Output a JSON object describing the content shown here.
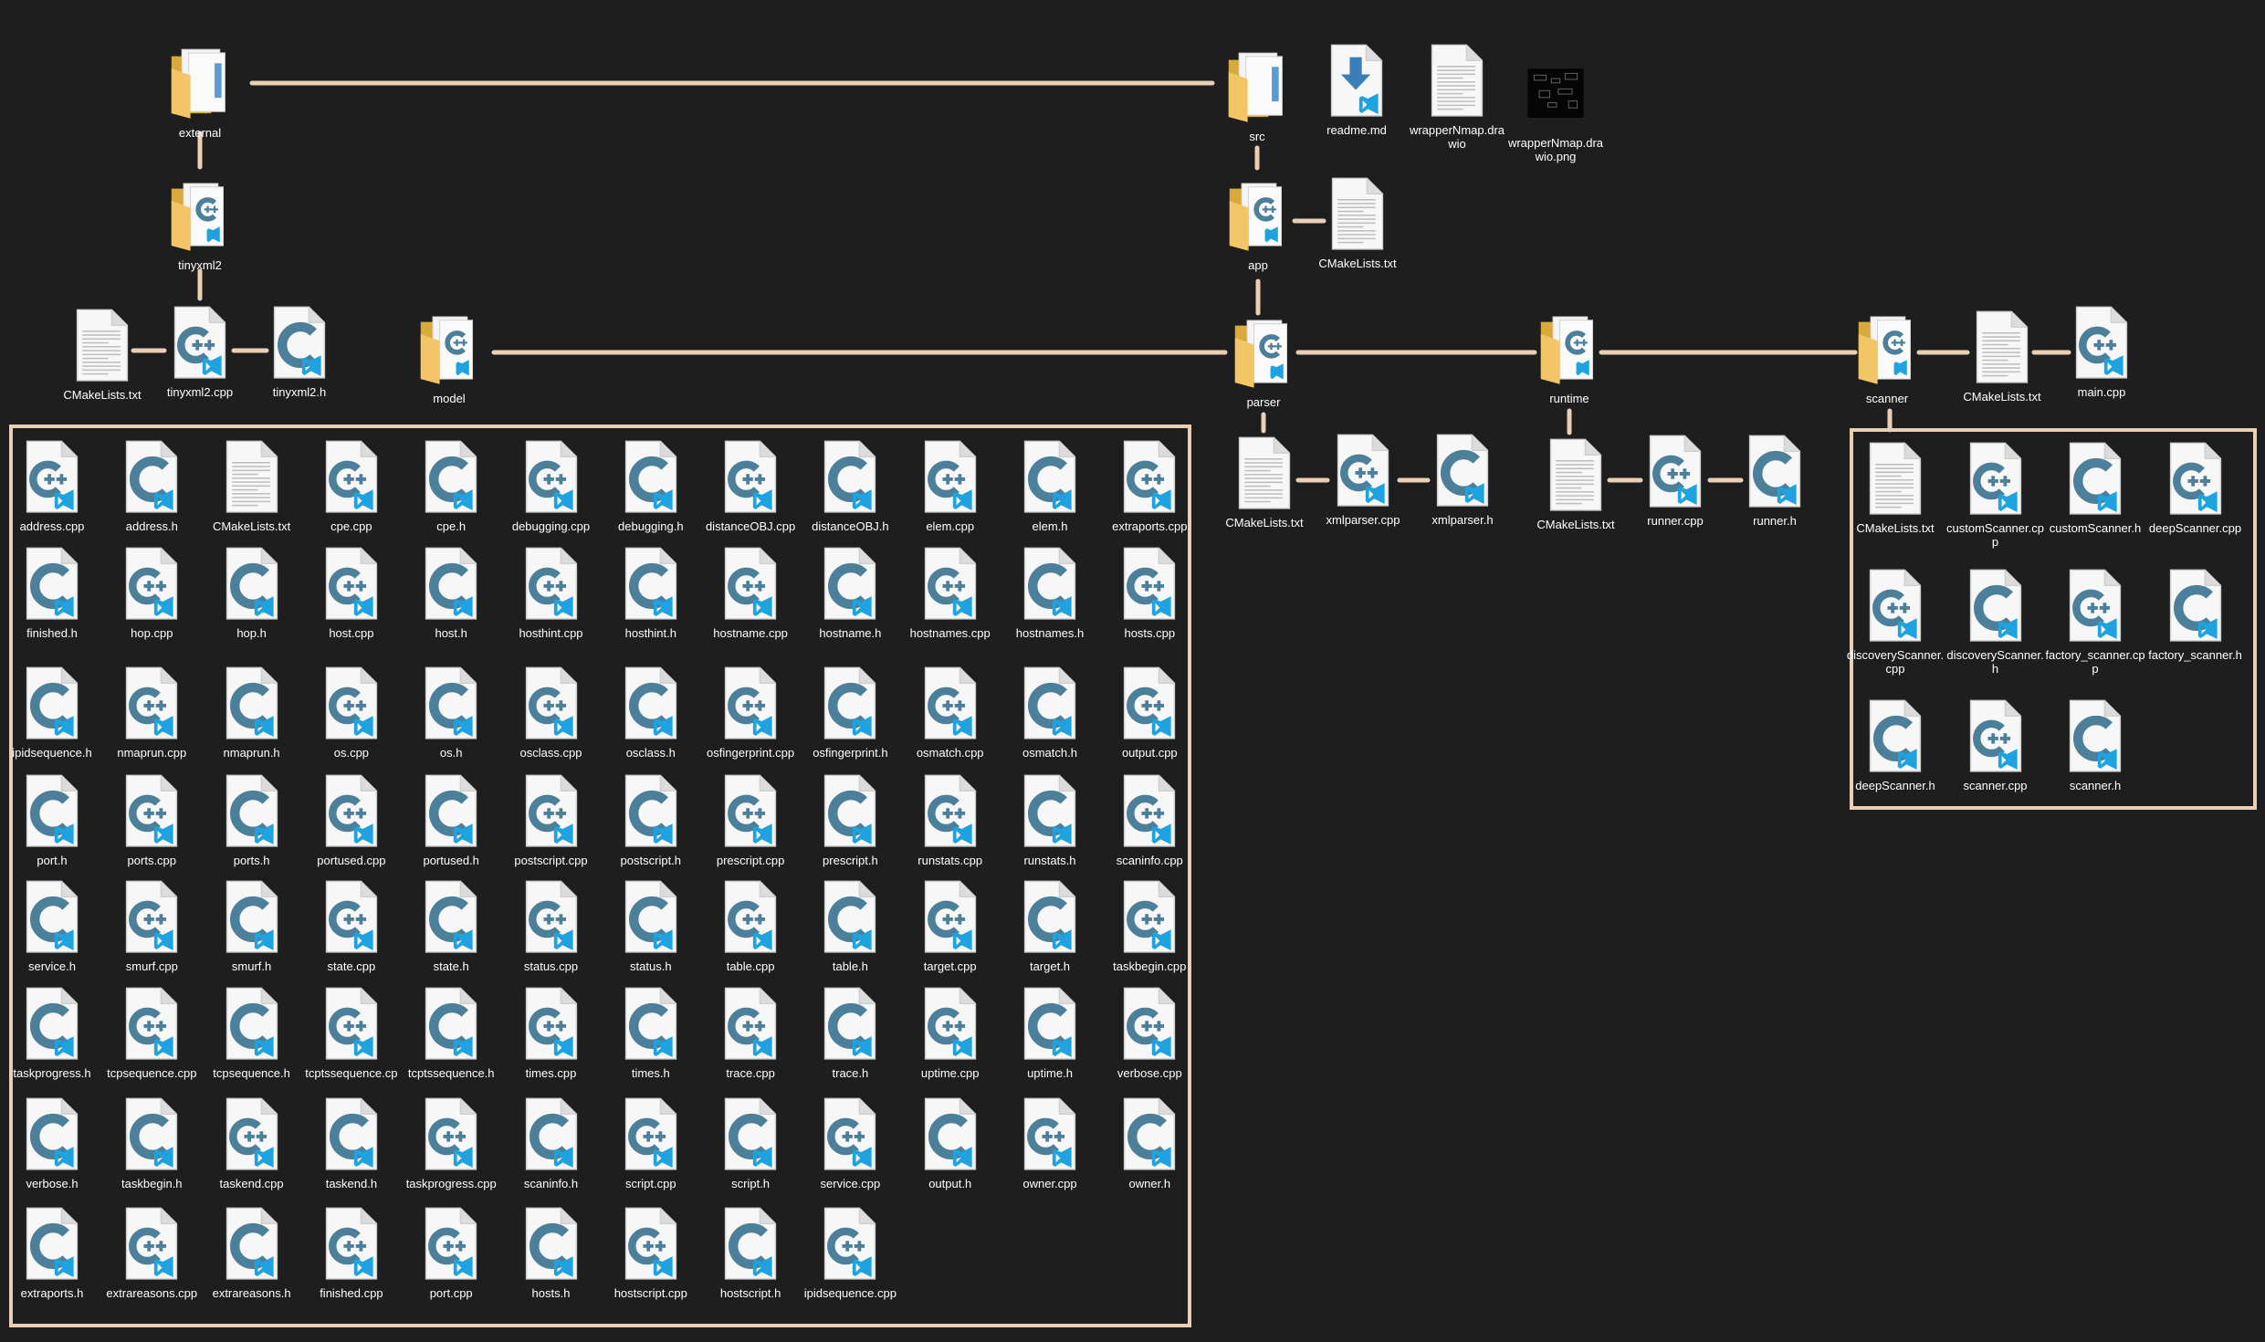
{
  "palette": {
    "background": "#1e1e1e",
    "connector": "#e9cfb4",
    "label": "#ffffff",
    "folder": "#f3c566",
    "c_blue": "#4c7f9a",
    "vs_badge": "#1ea3e0"
  },
  "icons": {
    "folder": "folder-icon",
    "code_folder": "code-folder-icon",
    "cpp": "cpp-file-icon",
    "h": "c-header-file-icon",
    "txt": "text-file-icon",
    "md": "markdown-file-icon",
    "png": "image-file-icon"
  },
  "nodes": {
    "external": {
      "label": "external",
      "icon": "folder"
    },
    "src": {
      "label": "src",
      "icon": "folder"
    },
    "readme": {
      "label": "readme.md",
      "icon": "md"
    },
    "drawio": {
      "label": "wrapperNmap.drawio",
      "icon": "txt"
    },
    "drawio_png": {
      "label": "wrapperNmap.drawio.png",
      "icon": "png"
    },
    "tinyxml2": {
      "label": "tinyxml2",
      "icon": "code_folder"
    },
    "app": {
      "label": "app",
      "icon": "code_folder"
    },
    "app_cmake": {
      "label": "CMakeLists.txt",
      "icon": "txt"
    },
    "tiny_cmake": {
      "label": "CMakeLists.txt",
      "icon": "txt"
    },
    "tiny_cpp": {
      "label": "tinyxml2.cpp",
      "icon": "cpp"
    },
    "tiny_h": {
      "label": "tinyxml2.h",
      "icon": "h"
    },
    "model": {
      "label": "model",
      "icon": "code_folder"
    },
    "parser": {
      "label": "parser",
      "icon": "code_folder"
    },
    "runtime": {
      "label": "runtime",
      "icon": "code_folder"
    },
    "scanner": {
      "label": "scanner",
      "icon": "code_folder"
    },
    "scanner_cmake": {
      "label": "CMakeLists.txt",
      "icon": "txt"
    },
    "main_cpp": {
      "label": "main.cpp",
      "icon": "cpp"
    },
    "parser_cmake": {
      "label": "CMakeLists.txt",
      "icon": "txt"
    },
    "xmlparser_cpp": {
      "label": "xmlparser.cpp",
      "icon": "cpp"
    },
    "xmlparser_h": {
      "label": "xmlparser.h",
      "icon": "h"
    },
    "runtime_cmake": {
      "label": "CMakeLists.txt",
      "icon": "txt"
    },
    "runner_cpp": {
      "label": "runner.cpp",
      "icon": "cpp"
    },
    "runner_h": {
      "label": "runner.h",
      "icon": "h"
    }
  },
  "model_files": [
    [
      "address.cpp",
      "address.h",
      "CMakeLists.txt",
      "cpe.cpp",
      "cpe.h",
      "debugging.cpp",
      "debugging.h",
      "distanceOBJ.cpp",
      "distanceOBJ.h",
      "elem.cpp",
      "elem.h",
      "extraports.cpp"
    ],
    [
      "finished.h",
      "hop.cpp",
      "hop.h",
      "host.cpp",
      "host.h",
      "hosthint.cpp",
      "hosthint.h",
      "hostname.cpp",
      "hostname.h",
      "hostnames.cpp",
      "hostnames.h",
      "hosts.cpp"
    ],
    [
      "ipidsequence.h",
      "nmaprun.cpp",
      "nmaprun.h",
      "os.cpp",
      "os.h",
      "osclass.cpp",
      "osclass.h",
      "osfingerprint.cpp",
      "osfingerprint.h",
      "osmatch.cpp",
      "osmatch.h",
      "output.cpp"
    ],
    [
      "port.h",
      "ports.cpp",
      "ports.h",
      "portused.cpp",
      "portused.h",
      "postscript.cpp",
      "postscript.h",
      "prescript.cpp",
      "prescript.h",
      "runstats.cpp",
      "runstats.h",
      "scaninfo.cpp"
    ],
    [
      "service.h",
      "smurf.cpp",
      "smurf.h",
      "state.cpp",
      "state.h",
      "status.cpp",
      "status.h",
      "table.cpp",
      "table.h",
      "target.cpp",
      "target.h",
      "taskbegin.cpp"
    ],
    [
      "taskprogress.h",
      "tcpsequence.cpp",
      "tcpsequence.h",
      "tcptssequence.cp",
      "tcptssequence.h",
      "times.cpp",
      "times.h",
      "trace.cpp",
      "trace.h",
      "uptime.cpp",
      "uptime.h",
      "verbose.cpp"
    ],
    [
      "verbose.h",
      "taskbegin.h",
      "taskend.cpp",
      "taskend.h",
      "taskprogress.cpp",
      "scaninfo.h",
      "script.cpp",
      "script.h",
      "service.cpp",
      "output.h",
      "owner.cpp",
      "owner.h"
    ],
    [
      "extraports.h",
      "extrareasons.cpp",
      "extrareasons.h",
      "finished.cpp",
      "port.cpp",
      "hosts.h",
      "hostscript.cpp",
      "hostscript.h",
      "ipidsequence.cpp"
    ]
  ],
  "scanner_files": [
    [
      "CMakeLists.txt",
      "customScanner.cpp",
      "customScanner.h",
      "deepScanner.cpp"
    ],
    [
      "discoveryScanner.cpp",
      "discoveryScanner.h",
      "factory_scanner.cpp",
      "factory_scanner.h"
    ],
    [
      "deepScanner.h",
      "scanner.cpp",
      "scanner.h"
    ]
  ]
}
